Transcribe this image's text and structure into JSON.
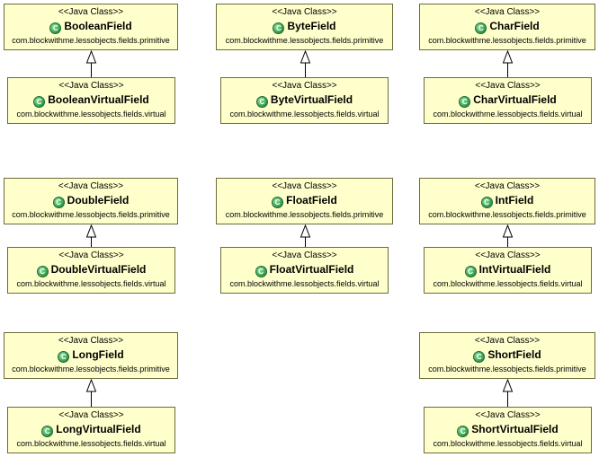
{
  "stereotype": "<<Java Class>>",
  "icon_letter": "C",
  "classes": [
    {
      "key": "boolean_field",
      "name": "BooleanField",
      "package": "com.blockwithme.lessobjects.fields.primitive"
    },
    {
      "key": "boolean_virtual_field",
      "name": "BooleanVirtualField",
      "package": "com.blockwithme.lessobjects.fields.virtual"
    },
    {
      "key": "byte_field",
      "name": "ByteField",
      "package": "com.blockwithme.lessobjects.fields.primitive"
    },
    {
      "key": "byte_virtual_field",
      "name": "ByteVirtualField",
      "package": "com.blockwithme.lessobjects.fields.virtual"
    },
    {
      "key": "char_field",
      "name": "CharField",
      "package": "com.blockwithme.lessobjects.fields.primitive"
    },
    {
      "key": "char_virtual_field",
      "name": "CharVirtualField",
      "package": "com.blockwithme.lessobjects.fields.virtual"
    },
    {
      "key": "double_field",
      "name": "DoubleField",
      "package": "com.blockwithme.lessobjects.fields.primitive"
    },
    {
      "key": "double_virtual_field",
      "name": "DoubleVirtualField",
      "package": "com.blockwithme.lessobjects.fields.virtual"
    },
    {
      "key": "float_field",
      "name": "FloatField",
      "package": "com.blockwithme.lessobjects.fields.primitive"
    },
    {
      "key": "float_virtual_field",
      "name": "FloatVirtualField",
      "package": "com.blockwithme.lessobjects.fields.virtual"
    },
    {
      "key": "int_field",
      "name": "IntField",
      "package": "com.blockwithme.lessobjects.fields.primitive"
    },
    {
      "key": "int_virtual_field",
      "name": "IntVirtualField",
      "package": "com.blockwithme.lessobjects.fields.virtual"
    },
    {
      "key": "long_field",
      "name": "LongField",
      "package": "com.blockwithme.lessobjects.fields.primitive"
    },
    {
      "key": "long_virtual_field",
      "name": "LongVirtualField",
      "package": "com.blockwithme.lessobjects.fields.virtual"
    },
    {
      "key": "short_field",
      "name": "ShortField",
      "package": "com.blockwithme.lessobjects.fields.primitive"
    },
    {
      "key": "short_virtual_field",
      "name": "ShortVirtualField",
      "package": "com.blockwithme.lessobjects.fields.virtual"
    }
  ],
  "generalizations": [
    {
      "child": "BooleanVirtualField",
      "parent": "BooleanField"
    },
    {
      "child": "ByteVirtualField",
      "parent": "ByteField"
    },
    {
      "child": "CharVirtualField",
      "parent": "CharField"
    },
    {
      "child": "DoubleVirtualField",
      "parent": "DoubleField"
    },
    {
      "child": "FloatVirtualField",
      "parent": "FloatField"
    },
    {
      "child": "IntVirtualField",
      "parent": "IntField"
    },
    {
      "child": "LongVirtualField",
      "parent": "LongField"
    },
    {
      "child": "ShortVirtualField",
      "parent": "ShortField"
    }
  ],
  "colors": {
    "class_fill": "#ffffcc",
    "class_border": "#6b6b3a",
    "class_icon": "#2e9a45",
    "link": "#000000"
  }
}
